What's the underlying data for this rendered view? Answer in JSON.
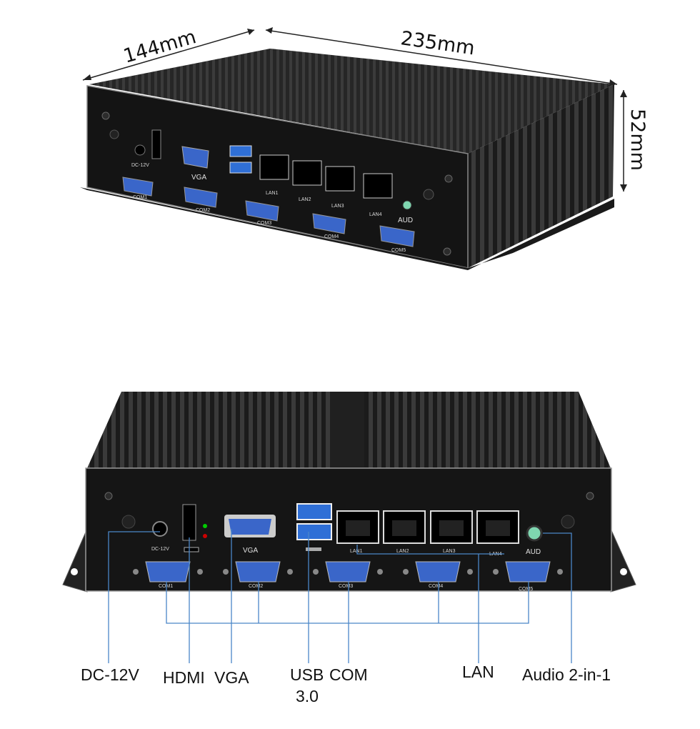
{
  "dimensions": {
    "depth": "144mm",
    "width": "235mm",
    "height": "52mm"
  },
  "ports_top": {
    "dc": "DC-12V",
    "vga": "VGA",
    "lan": [
      "LAN1",
      "LAN2",
      "LAN3",
      "LAN4"
    ],
    "aud": "AUD",
    "com": [
      "COM1",
      "COM2",
      "COM3",
      "COM4",
      "COM5"
    ]
  },
  "ports_bottom": {
    "dc": "DC-12V",
    "vga": "VGA",
    "lan": [
      "LAN1",
      "LAN2",
      "LAN3",
      "LAN4"
    ],
    "aud": "AUD",
    "com": [
      "COM1",
      "COM2",
      "COM3",
      "COM4",
      "COM5"
    ]
  },
  "callouts": {
    "dc": "DC-12V",
    "hdmi": "HDMI",
    "vga": "VGA",
    "usb_line1": "USB",
    "usb_line2": "3.0",
    "com": "COM",
    "lan": "LAN",
    "audio": "Audio 2-in-1"
  },
  "colors": {
    "case": "#161616",
    "fins": "#2a2a2a",
    "usb": "#2f6fd6",
    "vga": "#3a66c9",
    "leader": "#4a86c8",
    "audio": "#7fd6b0"
  }
}
